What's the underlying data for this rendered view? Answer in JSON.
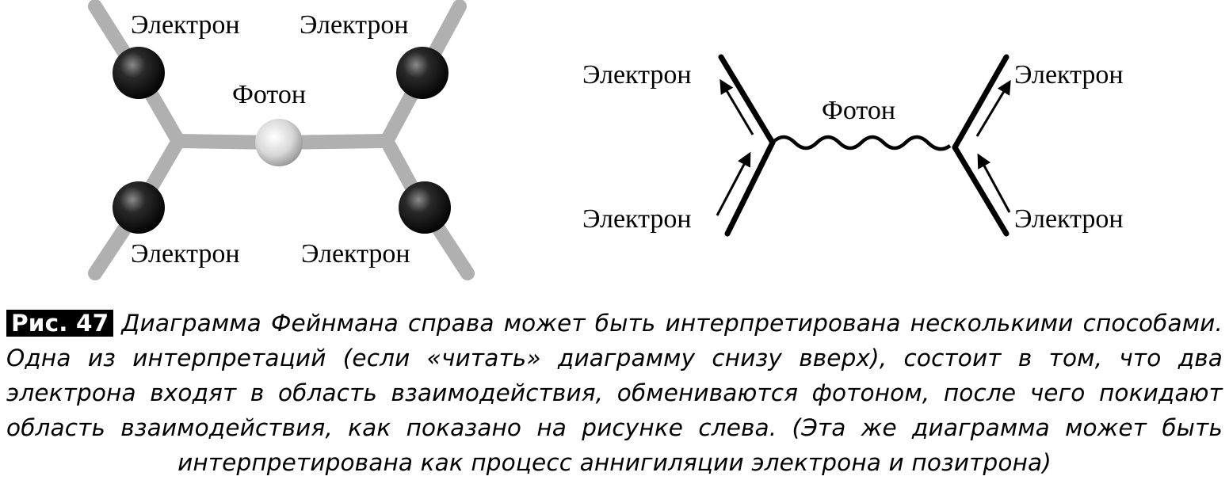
{
  "left_diagram": {
    "labels": {
      "top_left": "Электрон",
      "top_right": "Электрон",
      "center": "Фотон",
      "bottom_left": "Электрон",
      "bottom_right": "Электрон"
    }
  },
  "right_diagram": {
    "labels": {
      "top_left": "Электрон",
      "top_right": "Электрон",
      "center": "Фотон",
      "bottom_left": "Электрон",
      "bottom_right": "Электрон"
    }
  },
  "caption": {
    "label": "Рис. 47",
    "text": "Диаграмма Фейнмана справа может быть интерпретирована несколькими способами. Одна из интерпретаций (если «читать» диаграмму снизу вверх), состоит в том, что два электрона входят в область взаимодействия, обмениваются фотоном, после чего покидают область взаимодействия, как показано на рисунке слева. (Эта же диаграмма может быть интерпретирована как процесс аннигиляции электрона и позитрона)"
  }
}
